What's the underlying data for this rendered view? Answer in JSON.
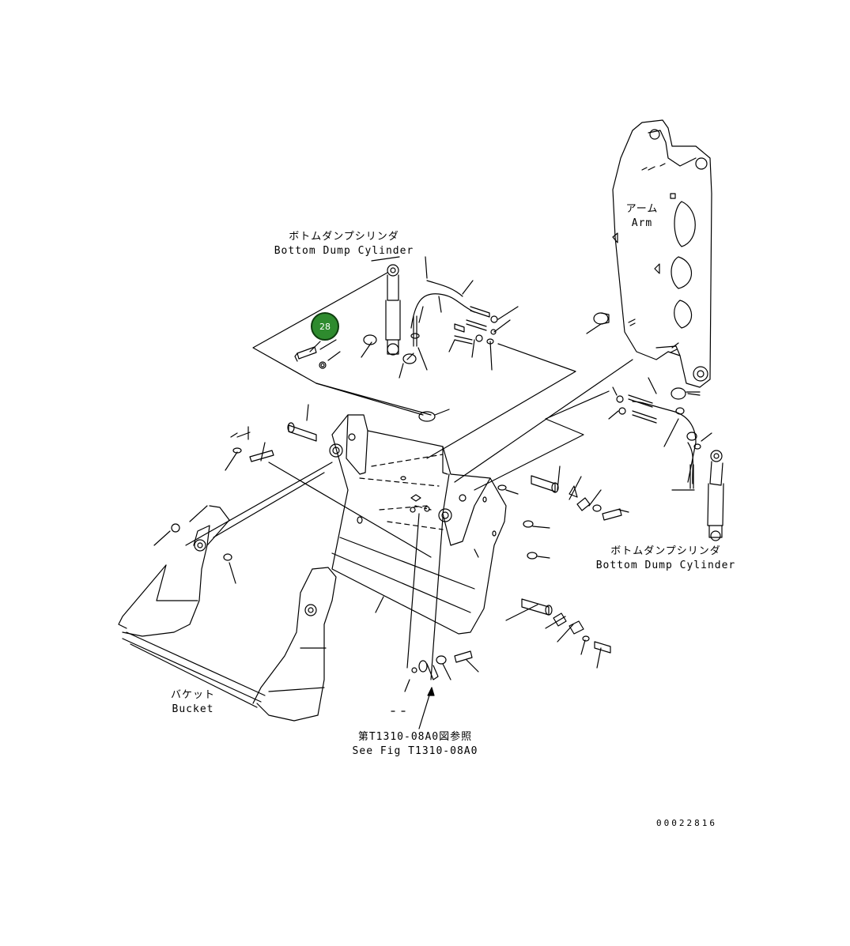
{
  "labels": {
    "top_cylinder_jp": "ボトムダンプシリンダ",
    "top_cylinder_en": "Bottom Dump Cylinder",
    "arm_jp": "アーム",
    "arm_en": "Arm",
    "right_cylinder_jp": "ボトムダンプシリンダ",
    "right_cylinder_en": "Bottom Dump Cylinder",
    "bucket_jp": "バケット",
    "bucket_en": "Bucket",
    "ref_jp": "第T1310-08A0図参照",
    "ref_en": "See Fig T1310-08A0"
  },
  "callout": {
    "number": "28",
    "color": "#2e8b2e"
  },
  "drawing_code": "00022816"
}
